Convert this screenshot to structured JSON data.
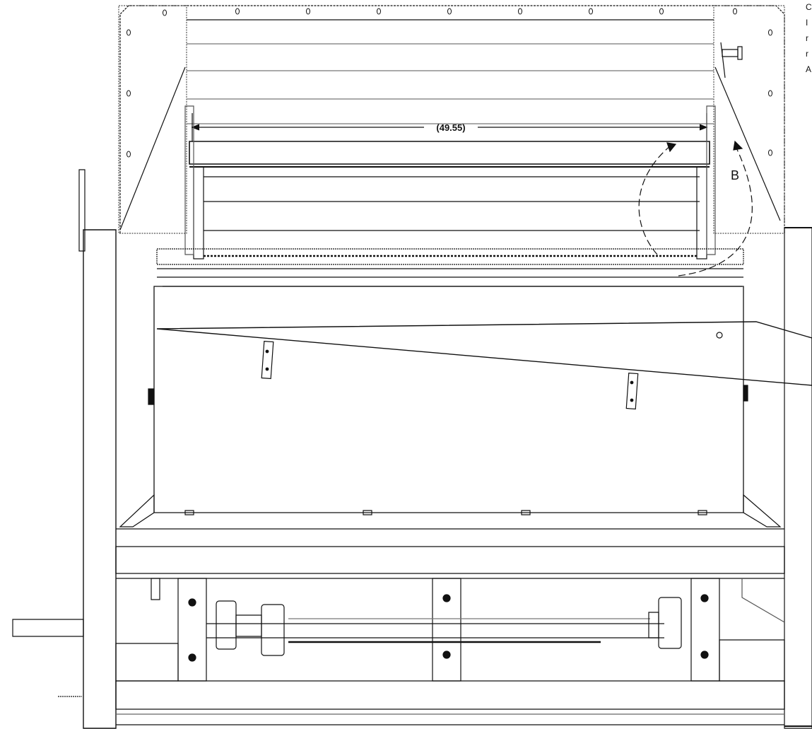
{
  "drawing": {
    "dimension_label": "(49.55)",
    "view_label": "B",
    "corner_fragments": [
      "C",
      "I",
      "r",
      "r",
      "A"
    ],
    "line_color": "#111111",
    "background": "#ffffff"
  }
}
